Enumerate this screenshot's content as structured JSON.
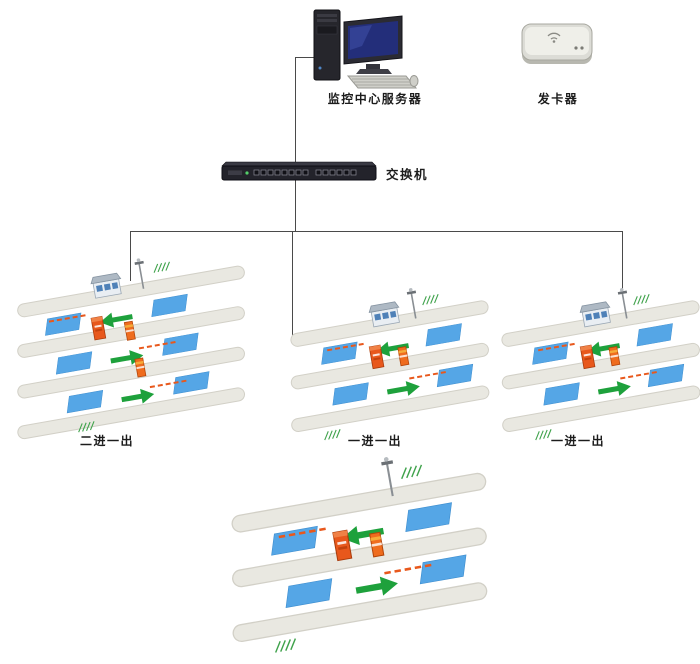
{
  "diagram": {
    "nodes": {
      "server": {
        "label": "监控中心服务器",
        "icon": "server-workstation-icon"
      },
      "card_issuer": {
        "label": "发卡器",
        "icon": "card-issuer-icon"
      },
      "switch": {
        "label": "交换机",
        "icon": "network-switch-icon"
      }
    },
    "lanes": [
      {
        "label": "二进一出",
        "layout": "two-entry-one-exit"
      },
      {
        "label": "一进一出",
        "layout": "one-entry-one-exit"
      },
      {
        "label": "一进一出",
        "layout": "one-entry-one-exit"
      },
      {
        "label": "",
        "layout": "one-entry-one-exit"
      }
    ],
    "colors": {
      "connection_line": "#4a4a4a",
      "road": "#e9e8e1",
      "road_edge": "#d2d0c7",
      "loop_pad": "#55a6e6",
      "arrow_green": "#1ea13c",
      "machine_orange": "#e8581c",
      "barrier_orange": "#e8581c",
      "grass_green": "#3fa24b",
      "monitor_screen": "#232e7a",
      "booth_roof": "#aeb9c4"
    }
  }
}
